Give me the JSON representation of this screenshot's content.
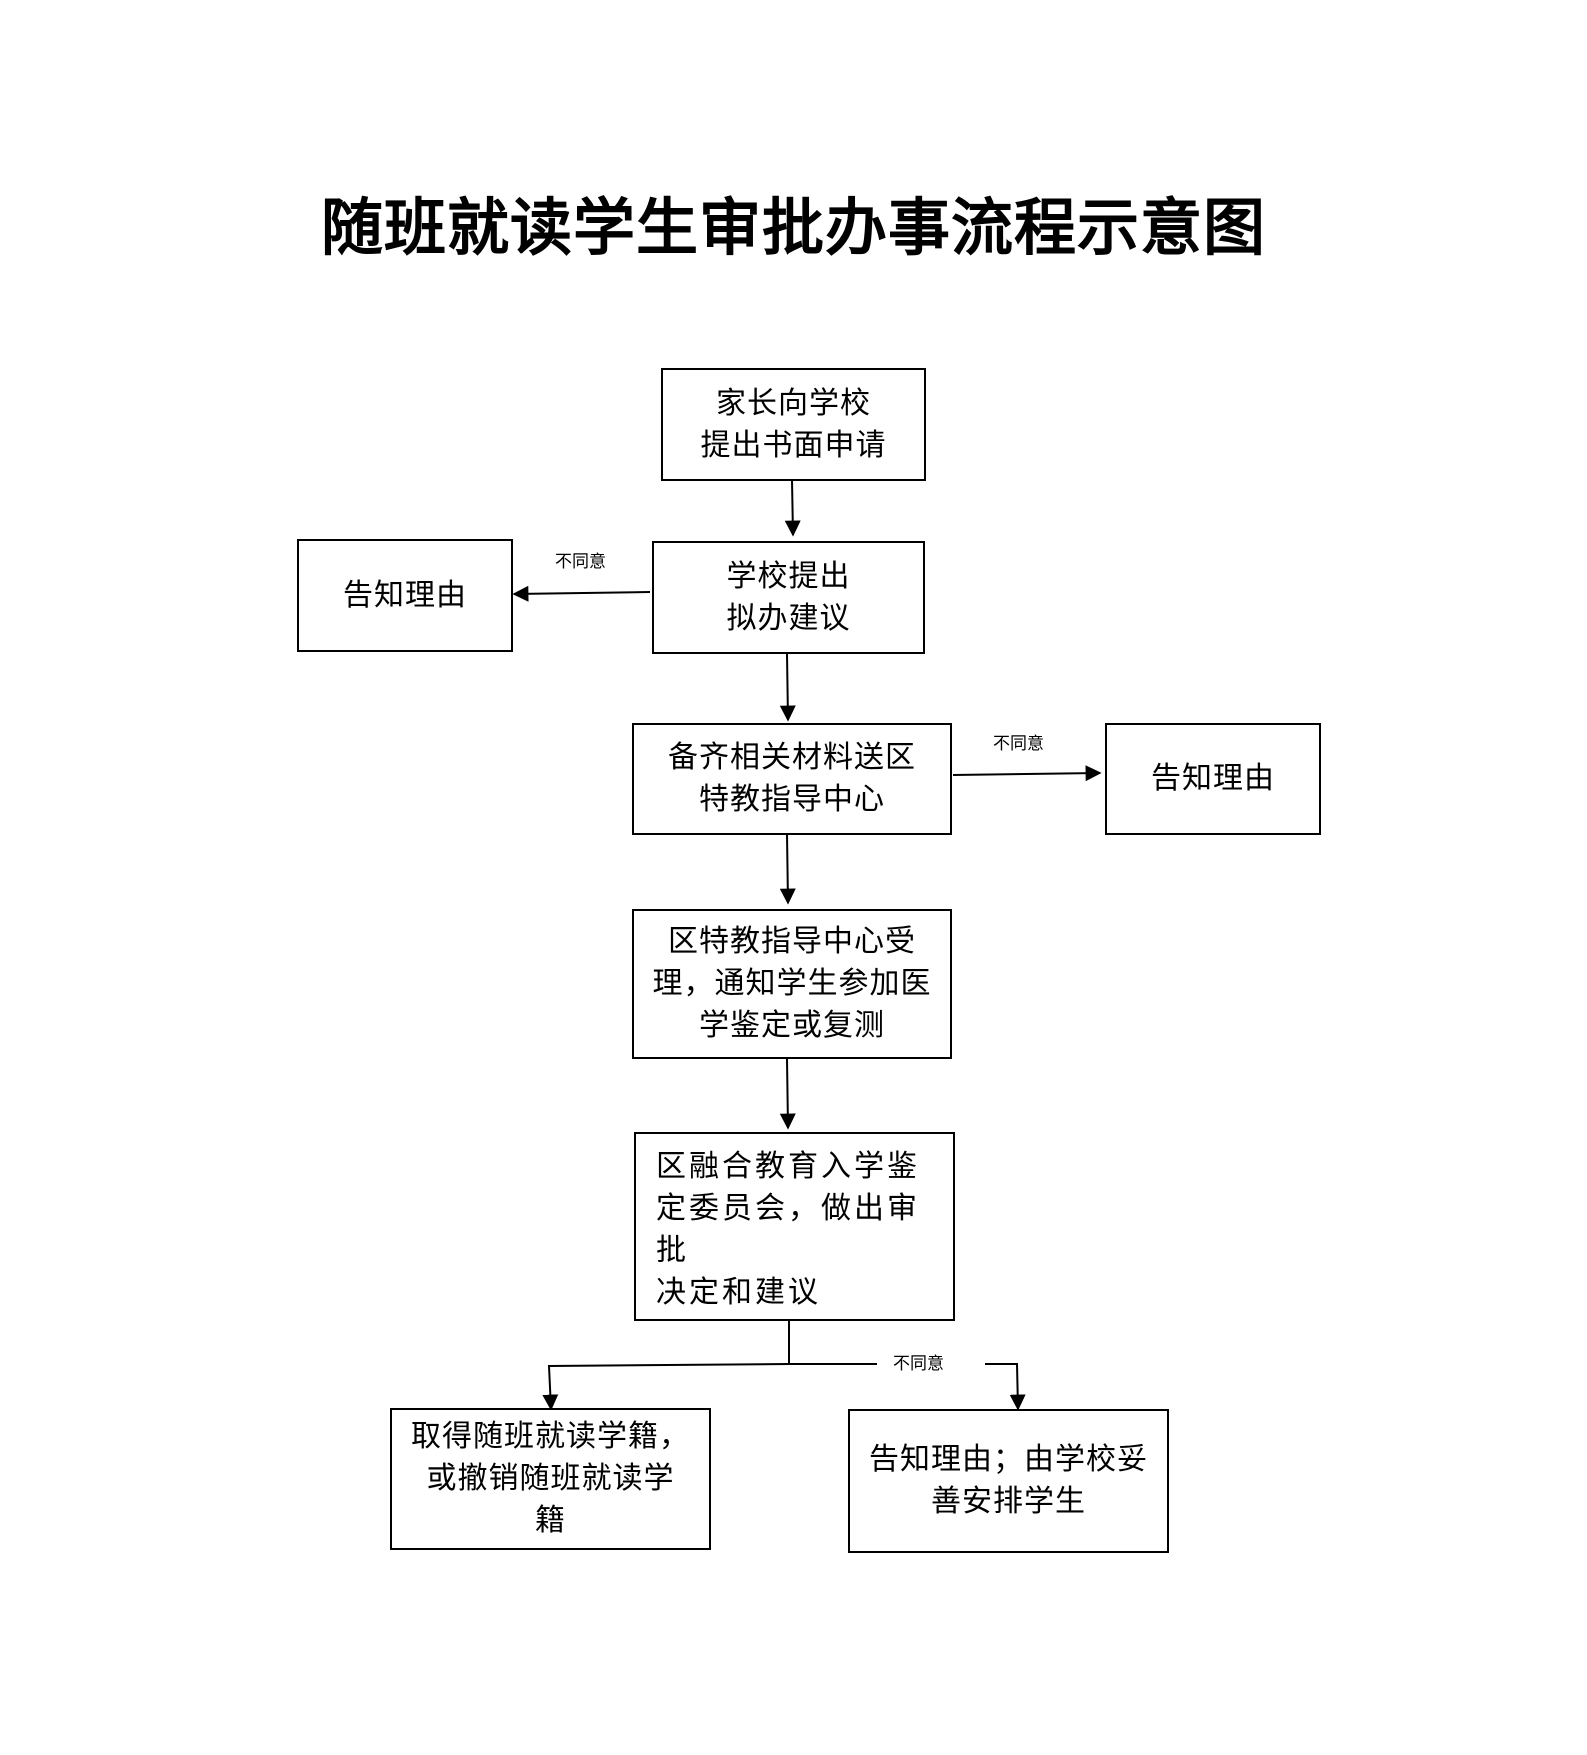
{
  "title": "随班就读学生审批办事流程示意图",
  "nodes": {
    "n1": "家长向学校\n提出书面申请",
    "n2": "学校提出\n拟办建议",
    "n2_reject": "告知理由",
    "n3": "备齐相关材料送区\n特教指导中心",
    "n3_reject": "告知理由",
    "n4": "区特教指导中心受\n理，通知学生参加医\n学鉴定或复测",
    "n5": "区融合教育入学鉴\n定委员会，做出审批\n决定和建议",
    "n6": "取得随班就读学籍，\n或撤销随班就读学\n籍",
    "n7": "告知理由；由学校妥\n善安排学生"
  },
  "edge_labels": {
    "e1": "不同意",
    "e2": "不同意",
    "e3": "不同意"
  }
}
